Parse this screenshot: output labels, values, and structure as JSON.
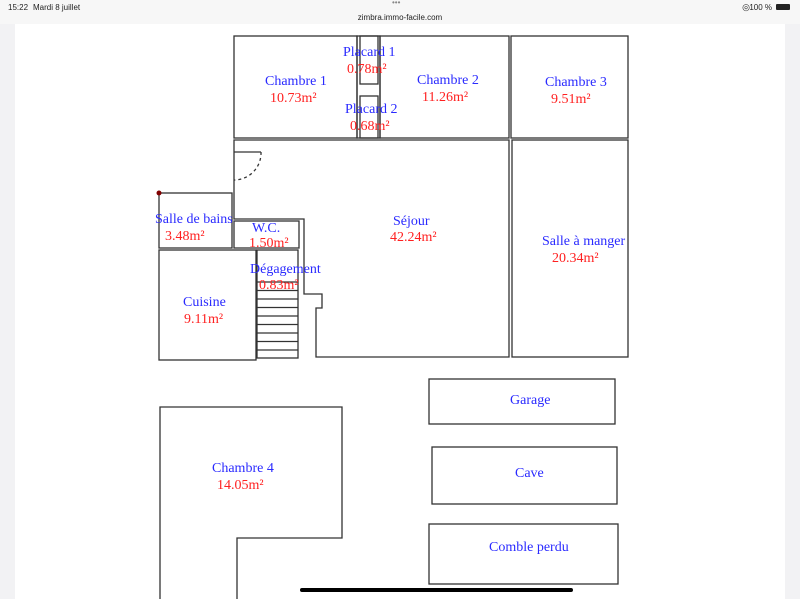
{
  "status_bar": {
    "time": "15:22",
    "date": "Mardi 8 juillet",
    "url": "zimbra.immo-facile.com",
    "battery": "100 %",
    "menu_dots": "•••"
  },
  "rooms": [
    {
      "name": "Chambre 1",
      "area": "10.73m²"
    },
    {
      "name": "Placard 1",
      "area": "0.78m²"
    },
    {
      "name": "Chambre 2",
      "area": "11.26m²"
    },
    {
      "name": "Chambre 3",
      "area": "9.51m²"
    },
    {
      "name": "Placard 2",
      "area": "0.68m²"
    },
    {
      "name": "Salle de bains",
      "area": "3.48m²"
    },
    {
      "name": "W.C.",
      "area": "1.50m²"
    },
    {
      "name": "Séjour",
      "area": "42.24m²"
    },
    {
      "name": "Salle à manger",
      "area": "20.34m²"
    },
    {
      "name": "Dégagement",
      "area": "0.83m²"
    },
    {
      "name": "Cuisine",
      "area": "9.11m²"
    },
    {
      "name": "Garage"
    },
    {
      "name": "Chambre 4",
      "area": "14.05m²"
    },
    {
      "name": "Cave"
    },
    {
      "name": "Comble perdu"
    }
  ],
  "colors": {
    "room_name": "#2a2aff",
    "room_area": "#ff2020",
    "walls": "#333333"
  }
}
